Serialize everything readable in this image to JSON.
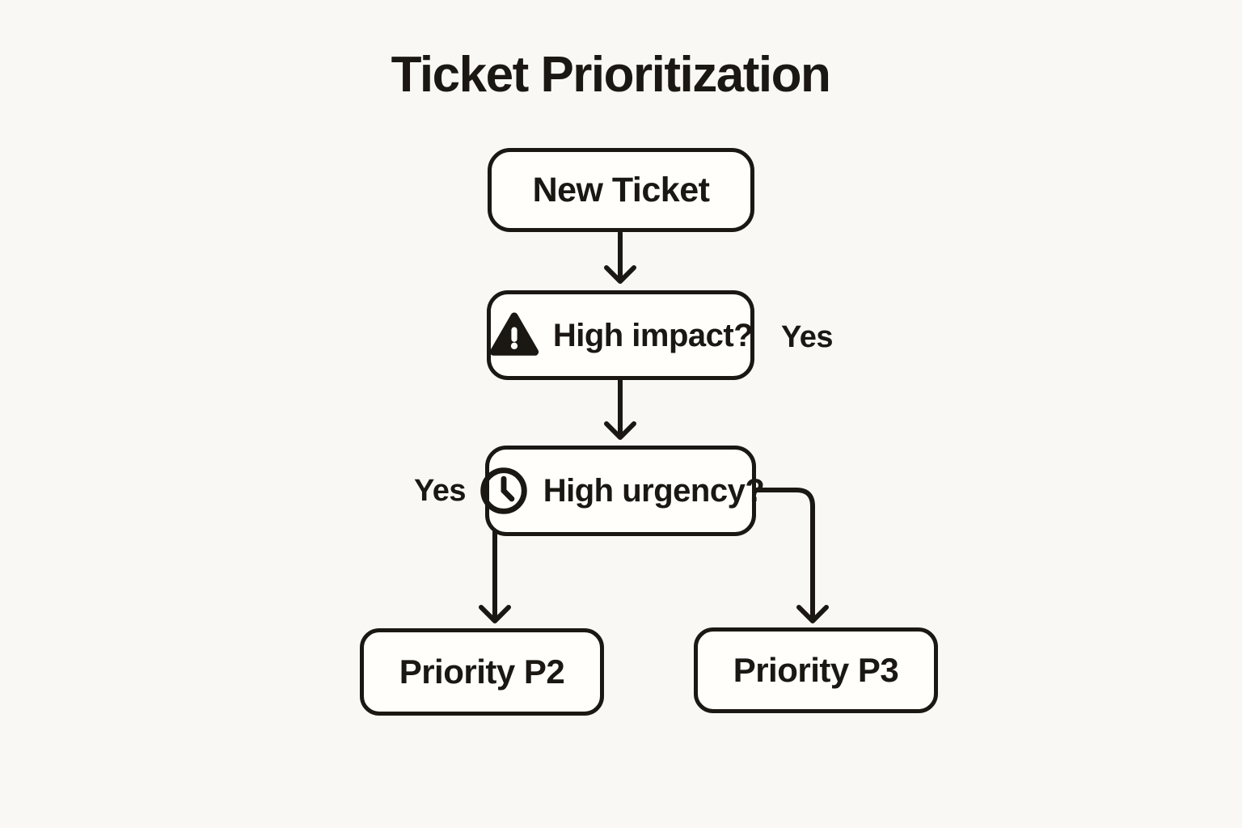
{
  "title": "Ticket Prioritization",
  "colors": {
    "ink": "#1b1813",
    "background": "#faf8f4",
    "node_fill": "#fffefb"
  },
  "nodes": {
    "new_ticket": {
      "label": "New Ticket"
    },
    "high_impact": {
      "label": "High impact?",
      "icon": "warning-icon"
    },
    "high_urgency": {
      "label": "High urgency?",
      "icon": "clock-icon"
    },
    "priority_p2": {
      "label": "Priority P2"
    },
    "priority_p3": {
      "label": "Priority P3"
    }
  },
  "edges": {
    "impact_yes": {
      "label": "Yes"
    },
    "urgency_yes": {
      "label": "Yes"
    }
  }
}
